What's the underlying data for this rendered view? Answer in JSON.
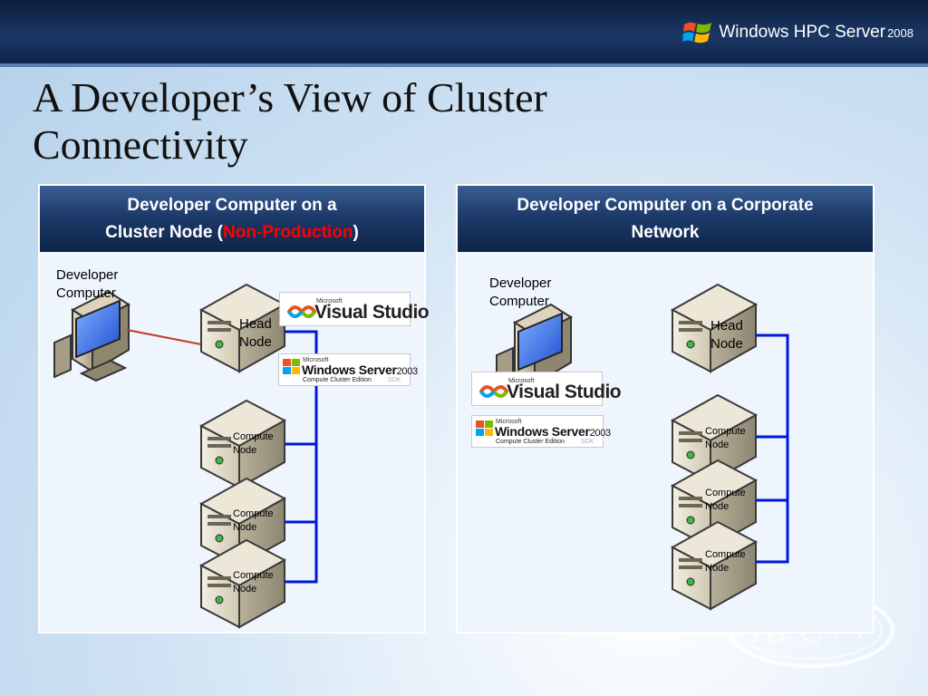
{
  "header": {
    "brand_word": "Windows",
    "brand_product": "HPC Server",
    "brand_version": "2008",
    "logo_icon": "windows-flag-icon"
  },
  "slide": {
    "title_line1": "A Developer’s View of Cluster",
    "title_line2": "Connectivity"
  },
  "left_panel": {
    "heading_line1": "Developer Computer on a",
    "heading_line2_prefix": "Cluster Node (",
    "heading_highlight": "Non-Production",
    "heading_line2_suffix": ")",
    "developer_label_1": "Developer",
    "developer_label_2": "Computer",
    "head_node_label_1": "Head",
    "head_node_label_2": "Node",
    "compute_nodes": [
      {
        "line1": "Compute",
        "line2": "Node"
      },
      {
        "line1": "Compute",
        "line2": "Node"
      },
      {
        "line1": "Compute",
        "line2": "Node"
      }
    ]
  },
  "right_panel": {
    "heading_line1": "Developer Computer on a  Corporate",
    "heading_line2": "Network",
    "developer_label_1": "Developer",
    "developer_label_2": "Computer",
    "head_node_label_1": "Head",
    "head_node_label_2": "Node",
    "compute_nodes": [
      {
        "line1": "Compute",
        "line2": "Node"
      },
      {
        "line1": "Compute",
        "line2": "Node"
      },
      {
        "line1": "Compute",
        "line2": "Node"
      }
    ]
  },
  "logos": {
    "vs_microsoft": "Microsoft",
    "vs_name": "Visual Studio",
    "ws_microsoft": "Microsoft",
    "ws_name": "Windows Server",
    "ws_year": "2003",
    "ws_edition": "Compute Cluster Edition",
    "ws_sdk": "SDK"
  },
  "watermark": {
    "text": "HPC++"
  },
  "colors": {
    "network_line": "#0018d8",
    "link_line": "#c0392b",
    "highlight": "#ff0000",
    "panel_header": "#1d3a6a"
  }
}
